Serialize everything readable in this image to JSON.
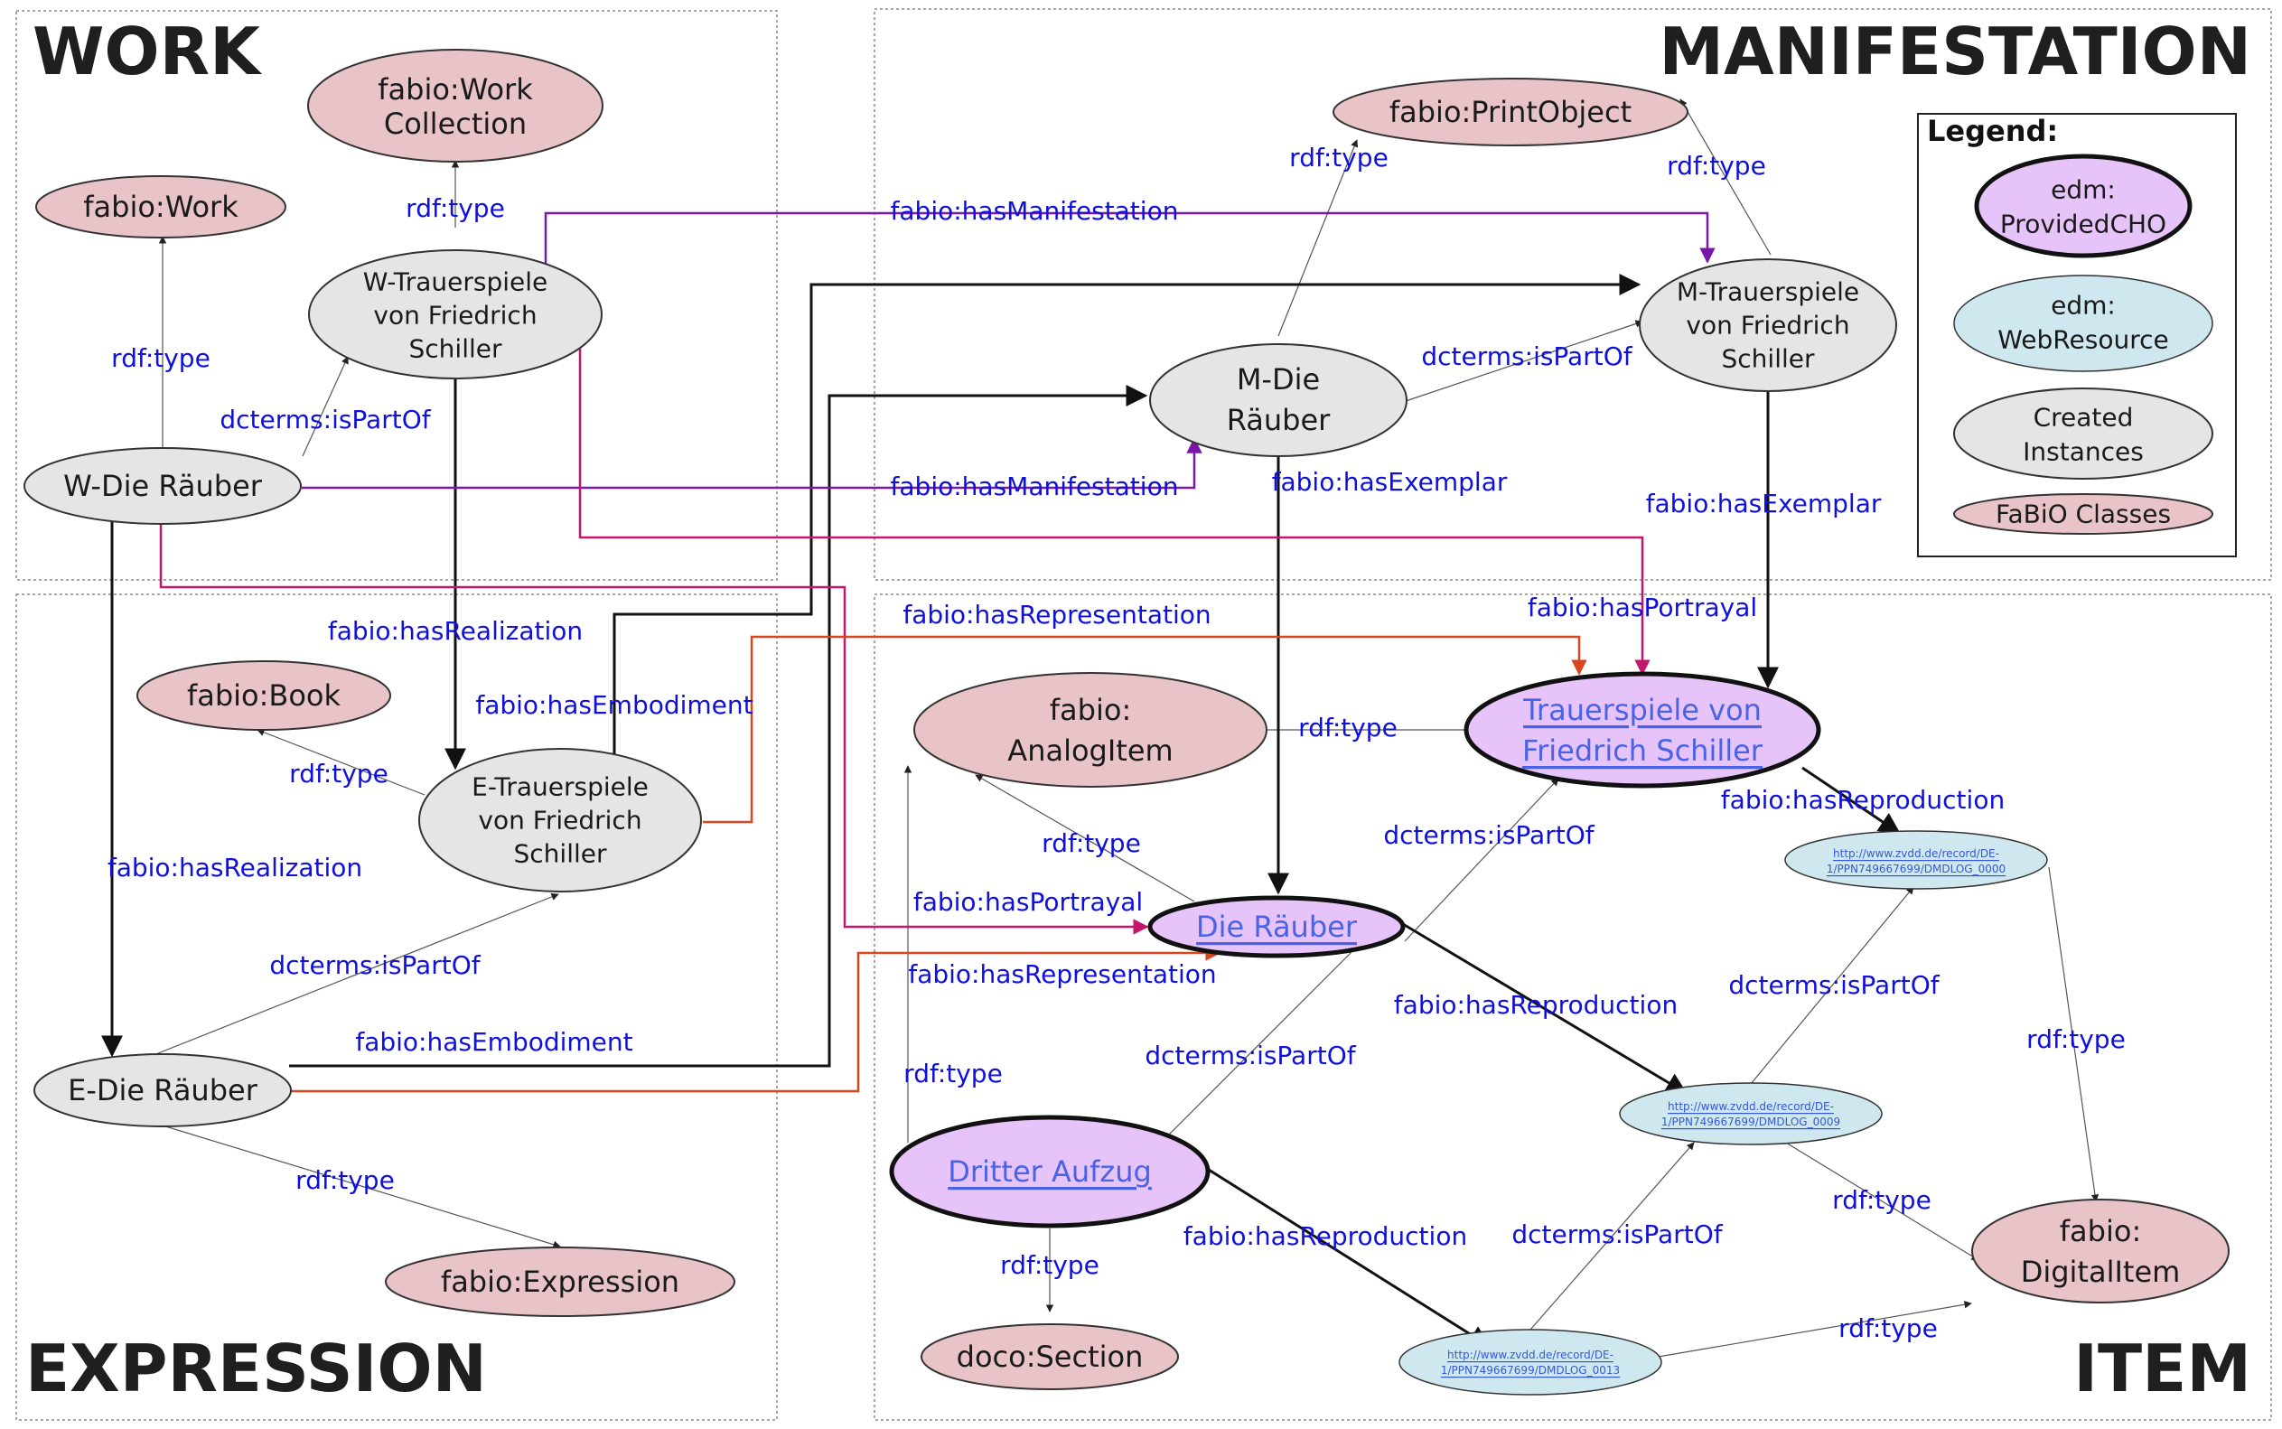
{
  "quadrants": {
    "work": "WORK",
    "manifestation": "MANIFESTATION",
    "expression": "EXPRESSION",
    "item": "ITEM"
  },
  "legend": {
    "title": "Legend:",
    "provided_cho": [
      "edm:",
      "ProvidedCHO"
    ],
    "web_resource": [
      "edm:",
      "WebResource"
    ],
    "created_instances": [
      "Created",
      "Instances"
    ],
    "fabio_classes": "FaBiO Classes"
  },
  "colors": {
    "provided_cho": "#e6c3f8",
    "web_resource": "#cfe8f0",
    "created_instance": "#e5e5e5",
    "fabio_class": "#e8c3c8",
    "edge_label": "#1010dd",
    "manifestation_edge": "#7a17a8",
    "portrayal_edge": "#c5166e",
    "representation_edge": "#d8461d"
  },
  "nodes": {
    "fabio_work_collection": [
      "fabio:Work",
      "Collection"
    ],
    "fabio_work": "fabio:Work",
    "w_trauerspiele": [
      "W-Trauerspiele",
      "von Friedrich",
      "Schiller"
    ],
    "w_die_rauber": "W-Die Räuber",
    "fabio_book": "fabio:Book",
    "e_trauerspiele": [
      "E-Trauerspiele",
      "von Friedrich",
      "Schiller"
    ],
    "e_die_rauber": "E-Die Räuber",
    "fabio_expression": "fabio:Expression",
    "fabio_printobject": "fabio:PrintObject",
    "m_trauerspiele": [
      "M-Trauerspiele",
      "von Friedrich",
      "Schiller"
    ],
    "m_die_rauber": [
      "M-Die",
      "Räuber"
    ],
    "fabio_analogitem": [
      "fabio:",
      "AnalogItem"
    ],
    "trauerspiele_item": [
      "Trauerspiele von",
      "Friedrich Schiller"
    ],
    "die_rauber_item": "Die Räuber",
    "dritter_aufzug": "Dritter Aufzug",
    "doco_section": "doco:Section",
    "url_0000": [
      "http://www.zvdd.de/record/DE-",
      "1/PPN749667699/DMDLOG_0000"
    ],
    "url_0009": [
      "http://www.zvdd.de/record/DE-",
      "1/PPN749667699/DMDLOG_0009"
    ],
    "url_0013": [
      "http://www.zvdd.de/record/DE-",
      "1/PPN749667699/DMDLOG_0013"
    ],
    "fabio_digitalitem": [
      "fabio:",
      "DigitalItem"
    ]
  },
  "edge_labels": {
    "wcoll_type": "rdf:type",
    "wwork_type": "rdf:type",
    "w_ispartof": "dcterms:isPartOf",
    "w_hasmanifestation_top": "fabio:hasManifestation",
    "w_hasmanifestation_bottom": "fabio:hasManifestation",
    "w_hasrealization_top": "fabio:hasRealization",
    "w_hasrealization_left": "fabio:hasRealization",
    "e_hasembodiment_top": "fabio:hasEmbodiment",
    "e_book_type": "rdf:type",
    "e_ispartof": "dcterms:isPartOf",
    "e_hasembodiment_bottom": "fabio:hasEmbodiment",
    "e_expression_type": "rdf:type",
    "m_printobject_type_left": "rdf:type",
    "m_printobject_type_right": "rdf:type",
    "m_ispartof": "dcterms:isPartOf",
    "m_hasexemplar_left": "fabio:hasExemplar",
    "m_hasexemplar_right": "fabio:hasExemplar",
    "has_portrayal_top": "fabio:hasPortrayal",
    "has_representation_top": "fabio:hasRepresentation",
    "analog_type_top": "rdf:type",
    "analog_type_mid": "rdf:type",
    "has_portrayal_bottom": "fabio:hasPortrayal",
    "has_representation_bottom": "fabio:hasRepresentation",
    "item_ispartof_top": "dcterms:isPartOf",
    "item_hasreproduction_top": "fabio:hasReproduction",
    "item_hasreproduction_mid": "fabio:hasReproduction",
    "item_ispartof_mid": "dcterms:isPartOf",
    "dritter_type_analog": "rdf:type",
    "dritter_type_section": "rdf:type",
    "dritter_hasreproduction": "fabio:hasReproduction",
    "url_ispartof_top": "dcterms:isPartOf",
    "url_ispartof_bottom": "dcterms:isPartOf",
    "url0000_type": "rdf:type",
    "url0009_type": "rdf:type",
    "url0013_type": "rdf:type"
  }
}
